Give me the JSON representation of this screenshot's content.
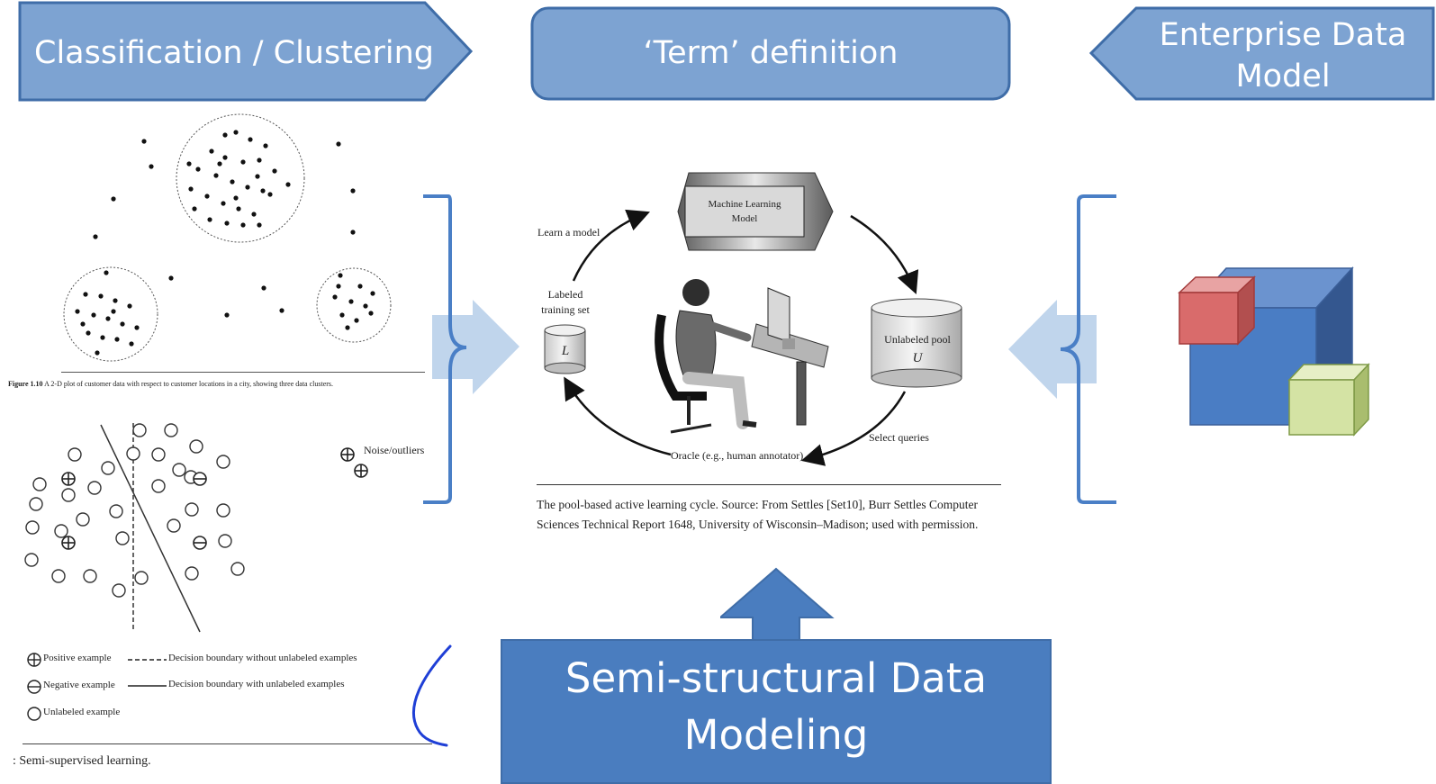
{
  "banners": {
    "classification": "Classification / Clustering",
    "term": "‘Term’ definition",
    "enterprise_line1": "Enterprise Data",
    "enterprise_line2": "Model",
    "semi_line1": "Semi-structural Data",
    "semi_line2": "Modeling"
  },
  "cluster_figure": {
    "caption_label": "Figure 1.10",
    "caption_text": "A 2-D plot of customer data with respect to customer locations in a city, showing three data clusters."
  },
  "semi_supervised_figure": {
    "noise_label": "Noise/outliers",
    "legend": {
      "positive": "Positive example",
      "negative": "Negative example",
      "unlabeled": "Unlabeled example",
      "boundary_without": "Decision boundary without unlabeled examples",
      "boundary_with": "Decision boundary with unlabeled examples"
    },
    "caption_prefix": ":",
    "caption": "Semi-supervised learning."
  },
  "active_learning_figure": {
    "model_line1": "Machine Learning",
    "model_line2": "Model",
    "learn": "Learn a model",
    "labeled_line1": "Labeled",
    "labeled_line2": "training set",
    "labeled_symbol": "L",
    "unlabeled_line1": "Unlabeled pool",
    "unlabeled_symbol": "U",
    "select": "Select queries",
    "oracle": "Oracle (e.g., human annotator)",
    "caption": "The pool-based active learning cycle. Source: From Settles [Set10], Burr Settles Computer Sciences Technical Report 1648, University of Wisconsin–Madison; used with permission."
  },
  "colors": {
    "banner_fill": "#7da3d2",
    "banner_border": "#3f6da8",
    "bottom_box": "#4a7dbf",
    "bracket": "#4a7fc6",
    "arrow_light": "#b9d0ea",
    "cube_blue": "#3f6db5",
    "cube_red": "#d96b6b",
    "cube_green": "#d4e3a4"
  }
}
